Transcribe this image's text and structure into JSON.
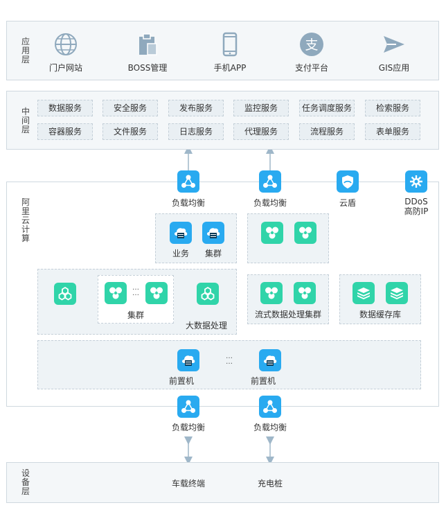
{
  "app_layer": {
    "title": "应用层",
    "items": [
      {
        "label": "门户网站",
        "icon": "globe-icon"
      },
      {
        "label": "BOSS管理",
        "icon": "clipboard-icon"
      },
      {
        "label": "手机APP",
        "icon": "phone-icon"
      },
      {
        "label": "支付平台",
        "icon": "alipay-icon"
      },
      {
        "label": "GIS应用",
        "icon": "send-icon"
      }
    ]
  },
  "middle_layer": {
    "title": "中间层",
    "services": [
      "数据服务",
      "安全服务",
      "发布服务",
      "监控服务",
      "任务调度服务",
      "检索服务",
      "容器服务",
      "文件服务",
      "日志服务",
      "代理服务",
      "流程服务",
      "表单服务"
    ]
  },
  "cloud_layer": {
    "title": "阿里云计算",
    "lb_top_1": "负载均衡",
    "lb_top_2": "负载均衡",
    "cloud_shield": "云盾",
    "ddos": "DDoS\n高防IP",
    "business": "业务",
    "cluster": "集群",
    "cluster_inner": "集群",
    "bigdata": "大数据处理",
    "stream": "流式数据处理集群",
    "cache": "数据缓存库",
    "front1": "前置机",
    "front2": "前置机",
    "ellipsis": "…\n…",
    "ellipsis2": "…\n…"
  },
  "lb_bottom_1": "负载均衡",
  "lb_bottom_2": "负载均衡",
  "device_layer": {
    "title": "设备层",
    "terminal": "车载终端",
    "charger": "充电桩"
  },
  "colors": {
    "blue": "#29aaf0",
    "teal": "#30d4a9",
    "border": "#cfd8df",
    "arrow": "#9fb7c9"
  }
}
